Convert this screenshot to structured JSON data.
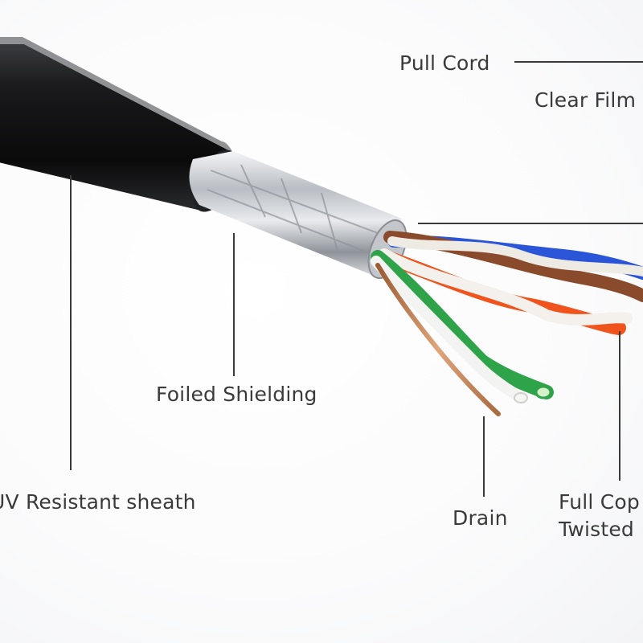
{
  "labels": {
    "pull_cord": "Pull Cord",
    "clear_film": "Clear Film",
    "foiled_shielding": "Foiled Shielding",
    "uv_sheath": "UV Resistant sheath",
    "drain": "Drain",
    "full_copper_line1": "Full Cop",
    "full_copper_line2": "Twisted"
  },
  "colors": {
    "sheath": "#0f0f10",
    "foil": "#c9ccd0",
    "leader_line": "#3a3a3a",
    "wire_orange": "#f0531c",
    "wire_green": "#2fa34a",
    "wire_blue": "#2a55d8",
    "wire_brown": "#8a4a2c",
    "copper": "#c58a5a"
  }
}
